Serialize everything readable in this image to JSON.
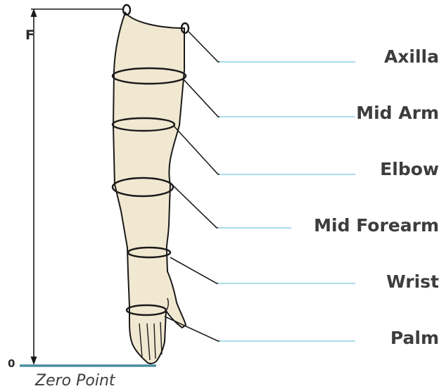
{
  "axis": {
    "top_label": "F",
    "bottom_label": "0"
  },
  "zero_point": "Zero Point",
  "labels": {
    "axilla": "Axilla",
    "mid_arm": "Mid Arm",
    "elbow": "Elbow",
    "mid_forearm": "Mid Forearm",
    "wrist": "Wrist",
    "palm": "Palm"
  },
  "colors": {
    "arm_fill": "#f1e8d1",
    "outline": "#1a1a1a",
    "leader_line": "#a9dde8",
    "zero_line": "#4a8fa0",
    "label_text": "#3d3d3d"
  }
}
